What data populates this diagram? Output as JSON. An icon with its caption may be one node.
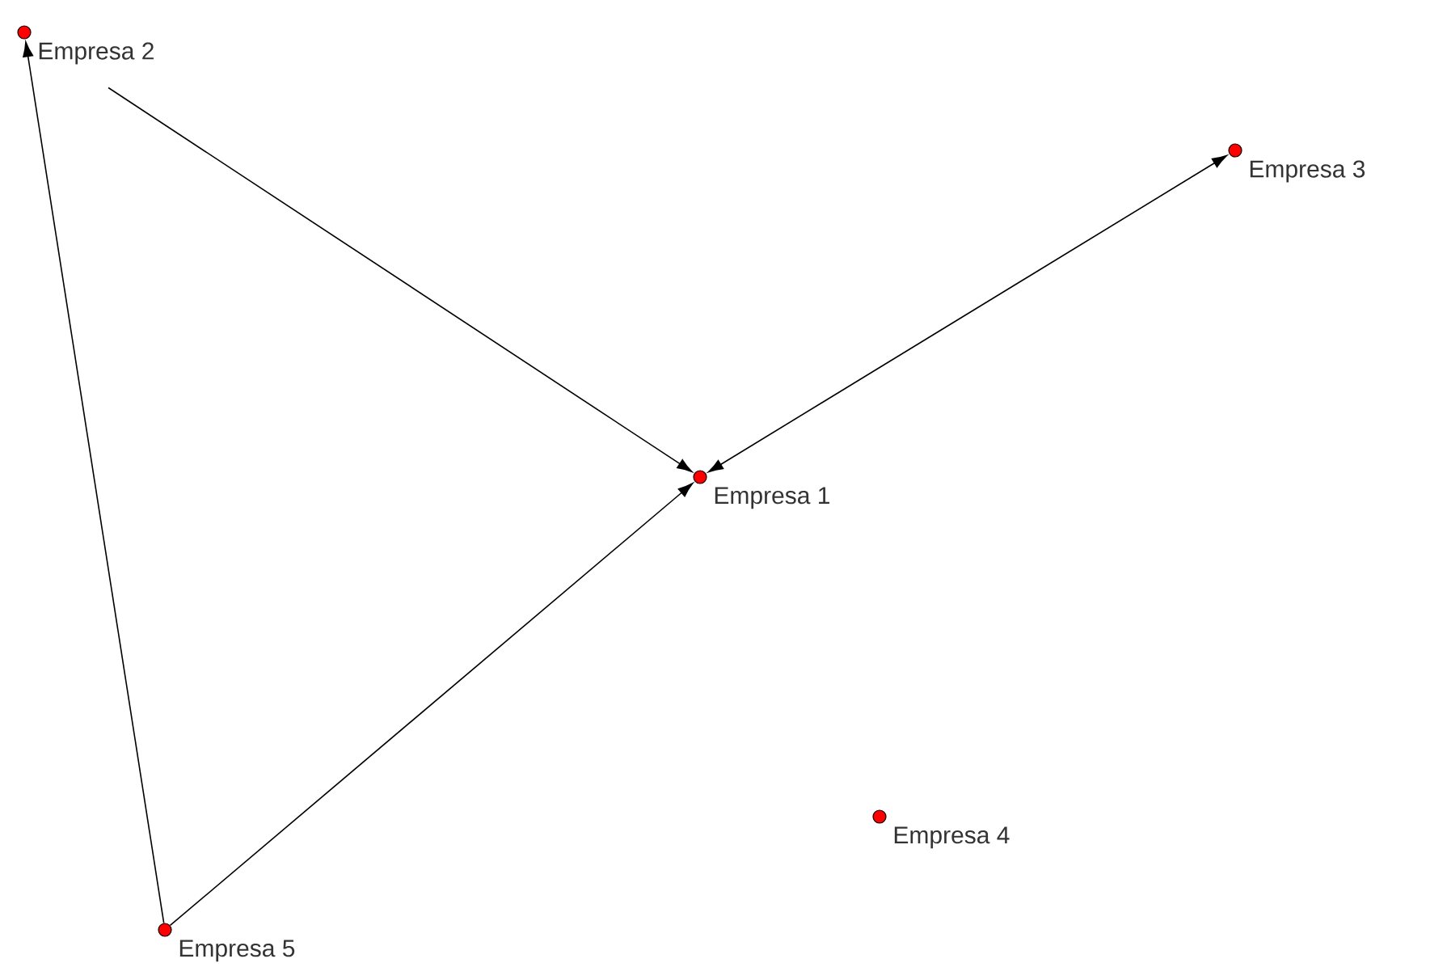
{
  "diagram": {
    "nodes": [
      {
        "text": [
          "Empresa 1"
        ]
      },
      {
        "text": [
          "Empresa 2"
        ]
      },
      {
        "text": [
          "Empresa 3"
        ]
      },
      {
        "text": [
          "Empresa 4"
        ]
      },
      {
        "text": [
          "Empresa 5"
        ]
      }
    ],
    "edges": [
      {
        "from": 1,
        "to": 0,
        "arrow": "to"
      },
      {
        "from": 0,
        "to": 2,
        "arrow": "both"
      },
      {
        "from": 4,
        "to": 0,
        "arrow": "to"
      },
      {
        "from": 4,
        "to": 1,
        "arrow": "to"
      }
    ]
  }
}
